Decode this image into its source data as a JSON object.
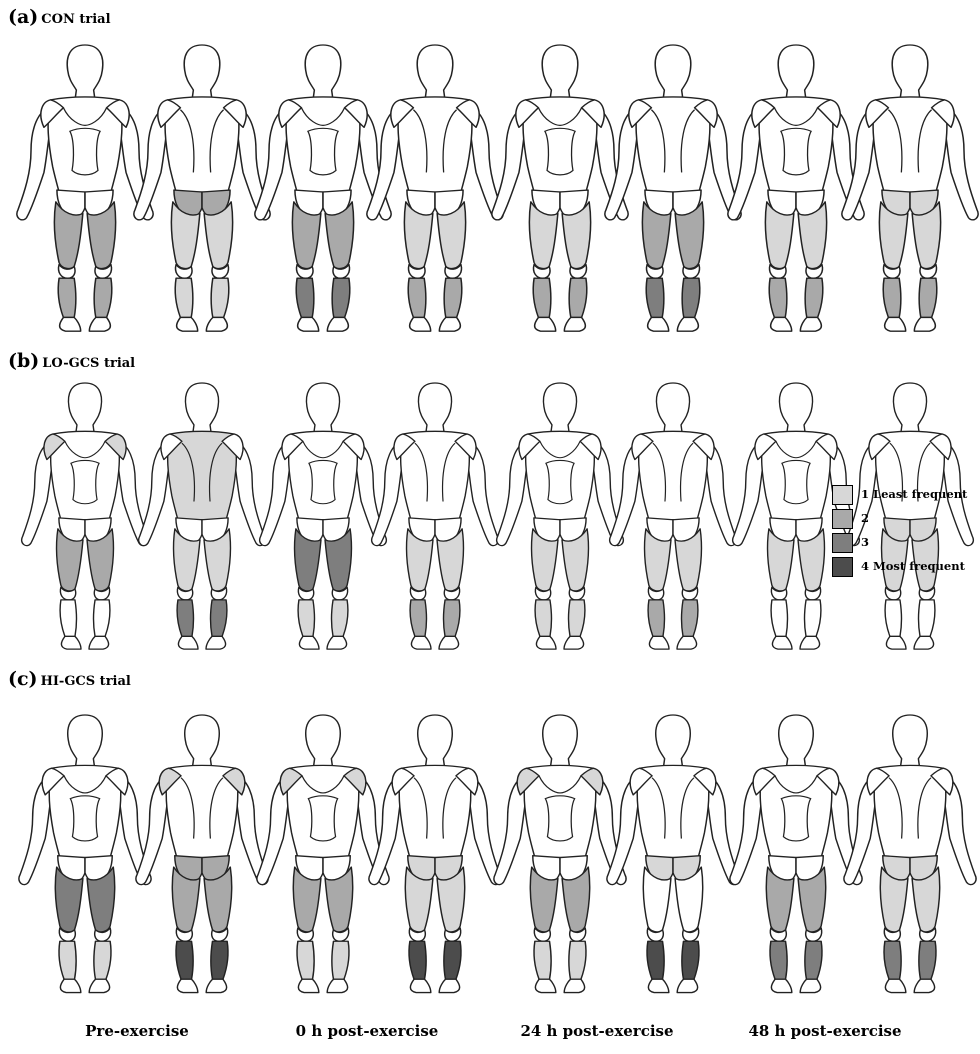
{
  "panels": [
    {
      "letter": "(a)",
      "name": "CON trial",
      "figures": [
        {
          "view": "front",
          "regions": {
            "quad": 2,
            "shin": 2,
            "calf": 0,
            "upper_back": 0,
            "shoulder": 0,
            "ham": 0,
            "glute": 0
          }
        },
        {
          "view": "back",
          "regions": {
            "glute": 2,
            "ham": 1,
            "calf": 1,
            "upper_back": 0,
            "shoulder": 0
          }
        },
        {
          "view": "front",
          "regions": {
            "quad": 2,
            "shin": 3
          }
        },
        {
          "view": "back",
          "regions": {
            "glute": 0,
            "ham": 1,
            "calf": 2
          }
        },
        {
          "view": "front",
          "regions": {
            "quad": 1,
            "shin": 2
          }
        },
        {
          "view": "back",
          "regions": {
            "glute": 0,
            "ham": 2,
            "calf": 3
          }
        },
        {
          "view": "front",
          "regions": {
            "quad": 1,
            "shin": 2
          }
        },
        {
          "view": "back",
          "regions": {
            "glute": 1,
            "ham": 1,
            "calf": 2
          }
        }
      ]
    },
    {
      "letter": "(b)",
      "name": "LO-GCS trial",
      "figures": [
        {
          "view": "front",
          "regions": {
            "quad": 2,
            "shin": 0,
            "shoulder": 1
          }
        },
        {
          "view": "back",
          "regions": {
            "upper_back": 1,
            "ham": 1,
            "calf": 3
          }
        },
        {
          "view": "front",
          "regions": {
            "quad": 3,
            "shin": 1
          }
        },
        {
          "view": "back",
          "regions": {
            "ham": 1,
            "calf": 2
          }
        },
        {
          "view": "front",
          "regions": {
            "quad": 1,
            "shin": 1
          }
        },
        {
          "view": "back",
          "regions": {
            "ham": 1,
            "calf": 2
          }
        },
        {
          "view": "front",
          "regions": {
            "quad": 1,
            "shin": 0
          }
        },
        {
          "view": "back",
          "regions": {
            "glute": 1,
            "ham": 1,
            "calf": 0
          }
        }
      ]
    },
    {
      "letter": "(c)",
      "name": "HI-GCS trial",
      "figures": [
        {
          "view": "front",
          "regions": {
            "quad": 3,
            "shin": 1
          }
        },
        {
          "view": "back",
          "regions": {
            "glute": 2,
            "ham": 2,
            "calf": 4,
            "shoulder": 1
          }
        },
        {
          "view": "front",
          "regions": {
            "quad": 2,
            "shin": 1,
            "shoulder": 1
          }
        },
        {
          "view": "back",
          "regions": {
            "glute": 1,
            "ham": 1,
            "calf": 4
          }
        },
        {
          "view": "front",
          "regions": {
            "quad": 2,
            "shin": 1,
            "shoulder": 1
          }
        },
        {
          "view": "back",
          "regions": {
            "glute": 1,
            "ham": 0,
            "calf": 4
          }
        },
        {
          "view": "front",
          "regions": {
            "quad": 2,
            "shin": 3
          }
        },
        {
          "view": "back",
          "regions": {
            "glute": 1,
            "ham": 1,
            "calf": 3
          }
        }
      ]
    }
  ],
  "legend": [
    {
      "label": "1 Least frequent",
      "color": "#d7d7d7"
    },
    {
      "label": "2",
      "color": "#a9a9a9"
    },
    {
      "label": "3",
      "color": "#7e7e7e"
    },
    {
      "label": "4 Most frequent",
      "color": "#4c4c4c"
    }
  ],
  "time_points": [
    "Pre-exercise",
    "0 h post-exercise",
    "24 h post-exercise",
    "48 h post-exercise"
  ],
  "colors": {
    "0": "#ffffff",
    "1": "#d7d7d7",
    "2": "#a9a9a9",
    "3": "#7e7e7e",
    "4": "#4c4c4c",
    "outline": "#222222"
  }
}
